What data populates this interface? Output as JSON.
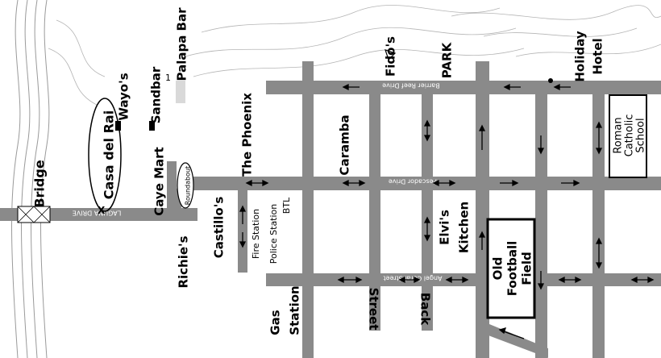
{
  "labels": {
    "bridge": "Bridge",
    "casa_del_rai": "Casa del Rai",
    "wayos": "Wayo's",
    "sandbar": "Sandbar",
    "palapa_bar": "Palapa Bar",
    "caye_mart": "Caye Mart",
    "roundabout": "Roundabout",
    "the_phoenix": "The Phoenix",
    "castillos": "Castillo's",
    "richies": "Richie's",
    "fire_station": "Fire Station",
    "police_station": "Police Station",
    "btl": "BTL",
    "caramba": "Caramba",
    "fidos": "Fido's",
    "park": "PARK",
    "holiday_hotel_1": "Holiday",
    "holiday_hotel_2": "Hotel",
    "roman_1": "Roman",
    "roman_2": "Catholic",
    "roman_3": "School",
    "elvis_1": "Elvi's",
    "elvis_2": "Kitchen",
    "old_1": "Old",
    "old_2": "Football",
    "old_3": "Field",
    "gas_1": "Gas",
    "gas_2": "Station",
    "back_street_1": "Back",
    "back_street_2": "Street"
  },
  "streets": {
    "barrier_reef": "Barrier Reef Drive",
    "pescador": "Pescador Drive",
    "angel_coral": "Angel Coral Street",
    "laguna": "LAGUNA DRIVE"
  },
  "colors": {
    "road": "#8a8a8a",
    "ink": "#000000",
    "water_line": "#9a9a9a"
  }
}
